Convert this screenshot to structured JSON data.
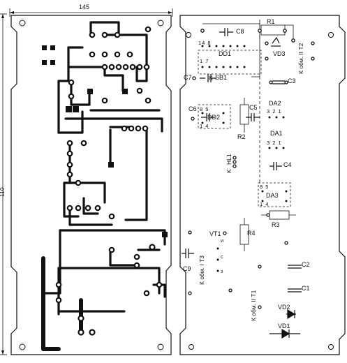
{
  "dimensions": {
    "width": "145",
    "height": "110"
  },
  "components": {
    "c8": "C8",
    "r1": "R1",
    "dd1": "DD1",
    "vd3": "VD3",
    "c7": "C7",
    "sb1": "SB1",
    "c3": "C3",
    "c6": "C6",
    "c5": "C5",
    "da2": "DA2",
    "dd2": "DD2",
    "r2": "R2",
    "da1": "DA1",
    "c4": "C4",
    "hl1": "HL1",
    "da3": "DA3",
    "r3": "R3",
    "vt1": "VT1",
    "r4": "R4",
    "c9": "C9",
    "c2": "C2",
    "c1": "C1",
    "vd2": "VD2",
    "vd1": "VD1"
  },
  "connectors": {
    "k_sb1": "K",
    "k_hl1": "K",
    "k_obm_ii_t2": "К обм. II Т2",
    "k_obm_i_t3": "К обм. I Т3",
    "k_obm_ii_t1": "К обм. II Т1"
  },
  "pins": {
    "dd1_top": "14       8",
    "dd1_bottom": "1        7",
    "dd2_top": "8   5",
    "dd2_bottom": "1   4",
    "da2_pins": "3 2 1",
    "da1_pins": "3 2 1",
    "da3_top": "8   5",
    "da3_bottom": "1   4",
    "vt1_gate": "и",
    "vt1_source": "с",
    "vt1_drain": "з"
  }
}
